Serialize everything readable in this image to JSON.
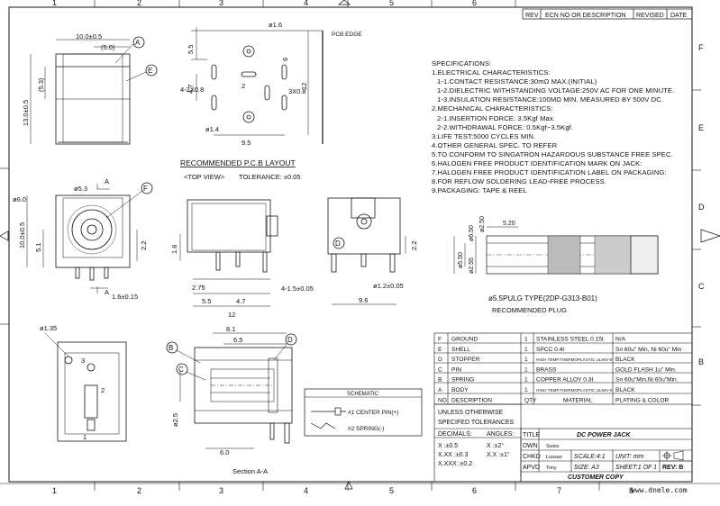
{
  "grid": {
    "cols": [
      "1",
      "2",
      "3",
      "4",
      "5",
      "6",
      "7",
      "8"
    ],
    "rows": [
      "F",
      "E",
      "D",
      "C",
      "B"
    ]
  },
  "revision_header": [
    "REV",
    "ECN NO OR DESCRIPTION",
    "REVISED",
    "DATE"
  ],
  "pcb_edge": "PCB EDGE",
  "layout_title": "RECOMMENDED P.C.B LAYOUT",
  "top_view": "<TOP VIEW>",
  "tolerance": "TOLERANCE: ±0.05",
  "specifications": [
    {
      "text": "SPECIFICATIONS:",
      "indent": false
    },
    {
      "text": "1.ELECTRICAL CHARACTERISTICS:",
      "indent": false
    },
    {
      "text": "1-1.CONTACT RESISTANCE:30mΩ MAX.(INITIAL)",
      "indent": true
    },
    {
      "text": "1-2.DIELECTRIC WITHSTANDING VOLTAGE:250V AC FOR ONE MINUTE.",
      "indent": true
    },
    {
      "text": "1-3.INSULATION RESISTANCE:100MΩ MIN. MEASURED BY 500V DC.",
      "indent": true
    },
    {
      "text": "2.MECHANICAL CHARACTERISTICS:",
      "indent": false
    },
    {
      "text": "2-1.INSERTION FORCE: 3.5Kgf Max.",
      "indent": true
    },
    {
      "text": "2-2.WITHDRAWAL FORCE: 0.5Kgf~3.5Kgf.",
      "indent": true
    },
    {
      "text": "3.LIFE TEST:5000 CYCLES MIN.",
      "indent": false
    },
    {
      "text": "4.OTHER GENERAL SPEC. TO REFER",
      "indent": false
    },
    {
      "text": "5.TO CONFORM TO SINGATRON HAZARDOUS SUBSTANCE FREE SPEC.",
      "indent": false
    },
    {
      "text": "6.HALOGEN FREE PRODUCT IDENTIFICATION MARK ON JACK:",
      "indent": false
    },
    {
      "text": "7.HALOGEN FREE PRODUCT IDENTIFICATION LABEL ON PACKAGING:",
      "indent": false
    },
    {
      "text": "8.FOR REFLOW SOLDERING LEAD-FREE PROCESS.",
      "indent": false
    },
    {
      "text": "9.PACKAGING: TAPE & REEL",
      "indent": false
    }
  ],
  "dims": {
    "d10": "10.0±0.5",
    "d5": "(5.0)",
    "d53": "(5.3)",
    "d13": "13.0±0.5",
    "d55": "5.5",
    "d47": "4.7",
    "d12": "12",
    "d2": "2",
    "d95": "9.5",
    "d16": "ø1.6",
    "d14": "ø1.4",
    "d4x08": "4-2X0.8",
    "d3x08": "3X0.8",
    "d60": "ø6.0",
    "d53b": "ø5.3",
    "dA": "A",
    "d10b": "10.0±0.5",
    "d51": "5.1",
    "d22": "2.2",
    "d16b": "1.6±0.15",
    "d16c": "1.6",
    "d275": "2.75",
    "d55b": "5.5",
    "d47b": "4.7",
    "d415": "4-1.5±0.05",
    "d12b": "12",
    "d12c": "ø1.2±0.05",
    "d96": "9.6",
    "d22b": "2.2",
    "d135": "ø1.35",
    "d81": "8.1",
    "d65": "6.5",
    "d25": "ø2.5",
    "d60b": "6.0",
    "d520": "5.20",
    "d255": "ø2.50",
    "d65b": "ø6.50",
    "d55c": "ø5.50",
    "d255b": "ø2.55"
  },
  "plug_title": "ø5.5PULG TYPE(2DP-G313-B01)",
  "plug_subtitle": "RECOMMENDED PLUG",
  "section_label": "Section A-A",
  "schematic": {
    "title": "SCHEMATIC",
    "pin1": "#1  CENTER PIN(+)",
    "pin2": "#2  SPRING(-)"
  },
  "bom": [
    {
      "no": "F",
      "desc": "GROUND",
      "qty": "1",
      "material": "STAINLESS STEEL 0.15t",
      "plating": "N/A"
    },
    {
      "no": "E",
      "desc": "SHELL",
      "qty": "1",
      "material": "SPCC  0.4t",
      "plating": "Sn 60u\" Min, Ni 60u\" Min"
    },
    {
      "no": "D",
      "desc": "STOPPER",
      "qty": "1",
      "material": "HIGH TEMP.THERMOPLASTIC UL94V-0",
      "plating": "BLACK"
    },
    {
      "no": "C",
      "desc": "PIN",
      "qty": "1",
      "material": "BRASS",
      "plating": "GOLD FLASH 1u\" Min."
    },
    {
      "no": "B",
      "desc": "SPRING",
      "qty": "1",
      "material": "COPPER ALLOY 0.3t",
      "plating": "Sn 60u\"Min,Ni 60u\"Min."
    },
    {
      "no": "A",
      "desc": "BODY",
      "qty": "1",
      "material": "HIGH TEMP.THERMOPLASTIC UL94V-0",
      "plating": "BLACK"
    }
  ],
  "bom_header": {
    "no": "NO",
    "desc": "DESCRIPTION",
    "qty": "QTY",
    "material": "MATERIAL",
    "plating": "PLATING & COLOR"
  },
  "tolerances": {
    "unless": "UNLESS OTHERWISE",
    "specified": "SPECIFED TOLERANCES",
    "decimals": "DECIMALS:",
    "angles": "ANGLES:",
    "x": "X    :±0.5",
    "xx": "X.XX :±0.3",
    "xxx": "X.XXX :±0.2",
    "ax": "X   :±2°",
    "axx": "X.X :±1°"
  },
  "title_block": {
    "title_label": "TITLE",
    "title": "DC POWER JACK",
    "dwn_label": "DWN",
    "dwn": "Swiss",
    "chkd_label": "CHKD",
    "chkd": "Lussan",
    "apvd_label": "APVD",
    "apvd": "Tony",
    "scale": "SCALE:4:1",
    "unit": "UNIT:   mm",
    "size": "SIZE: A3",
    "sheet": "SHEET:1 OF 1",
    "rev": "REV: B",
    "customer_copy": "CUSTOMER COPY"
  },
  "watermark_url": "www.dnele.com"
}
